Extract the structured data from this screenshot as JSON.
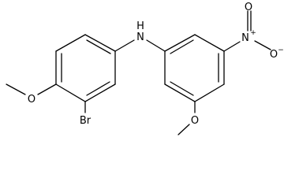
{
  "molecule": {
    "atoms": {
      "nh": "N",
      "nh_h": "H",
      "nitro_n": "N",
      "nitro_n_charge": "+",
      "nitro_o_top": "O",
      "nitro_o_right": "O",
      "nitro_o_right_charge": "−",
      "methoxy_left_o": "O",
      "methoxy_right_o": "O",
      "bromine": "Br"
    }
  }
}
